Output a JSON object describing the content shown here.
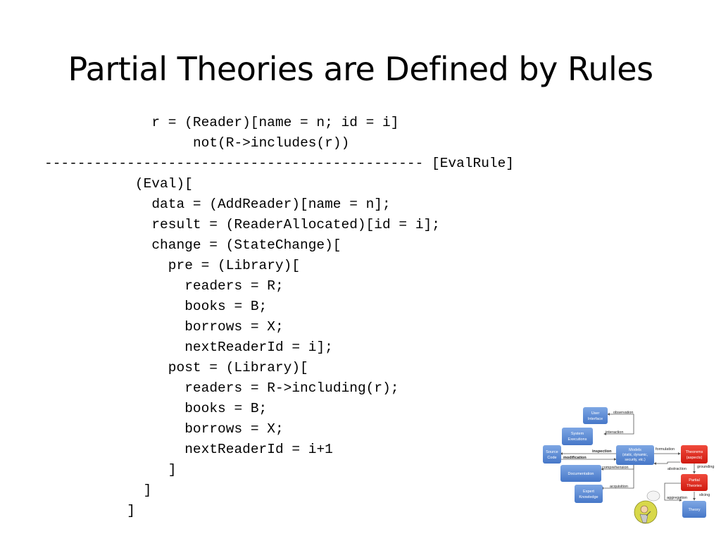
{
  "slide": {
    "title": "Partial Theories are Defined by Rules",
    "code_lines": [
      {
        "indent": 13,
        "text": "r = (Reader)[name = n; id = i]"
      },
      {
        "indent": 18,
        "text": "not(R->includes(r))"
      },
      {
        "indent": 0,
        "text": "---------------------------------------------- [EvalRule]"
      },
      {
        "indent": 11,
        "text": "(Eval)["
      },
      {
        "indent": 13,
        "text": "data = (AddReader)[name = n];"
      },
      {
        "indent": 13,
        "text": "result = (ReaderAllocated)[id = i];"
      },
      {
        "indent": 13,
        "text": "change = (StateChange)["
      },
      {
        "indent": 15,
        "text": "pre = (Library)["
      },
      {
        "indent": 17,
        "text": "readers = R;"
      },
      {
        "indent": 17,
        "text": "books = B;"
      },
      {
        "indent": 17,
        "text": "borrows = X;"
      },
      {
        "indent": 17,
        "text": "nextReaderId = i];"
      },
      {
        "indent": 15,
        "text": "post = (Library)["
      },
      {
        "indent": 17,
        "text": "readers = R->including(r);"
      },
      {
        "indent": 17,
        "text": "books = B;"
      },
      {
        "indent": 17,
        "text": "borrows = X;"
      },
      {
        "indent": 17,
        "text": "nextReaderId = i+1"
      },
      {
        "indent": 15,
        "text": "]"
      },
      {
        "indent": 12,
        "text": "]"
      },
      {
        "indent": 10,
        "text": "]"
      }
    ]
  },
  "diagram": {
    "colors": {
      "blue": "#5b8ed6",
      "red": "#e8231b",
      "text": "#ffffff",
      "arrow": "#555555"
    },
    "nodes": {
      "user_interface": [
        "User",
        "Interface"
      ],
      "system_executions": [
        "System",
        "Executions"
      ],
      "source_code": [
        "Source",
        "Code"
      ],
      "documentation": [
        "Documentation"
      ],
      "expert_knowledge": [
        "Expert",
        "Knowledge"
      ],
      "models": [
        "Models",
        "(static, dynamic,",
        "security, etc.)"
      ],
      "theorems": [
        "Theorems",
        "(aspects)"
      ],
      "partial_theories": [
        "Partial",
        "Theories"
      ],
      "theory": [
        "Theory"
      ]
    },
    "edges": {
      "observation": "observation",
      "interaction": "interaction",
      "inspection": "inspection",
      "modification": "modification",
      "comprehension": "comprehension",
      "acquisition": "acquisition",
      "formulation": "formulation",
      "abstraction": "abstraction",
      "grounding": "grounding",
      "slicing": "slicing",
      "aggregation": "aggregation"
    },
    "icons": [
      "thinking-person-icon"
    ]
  }
}
